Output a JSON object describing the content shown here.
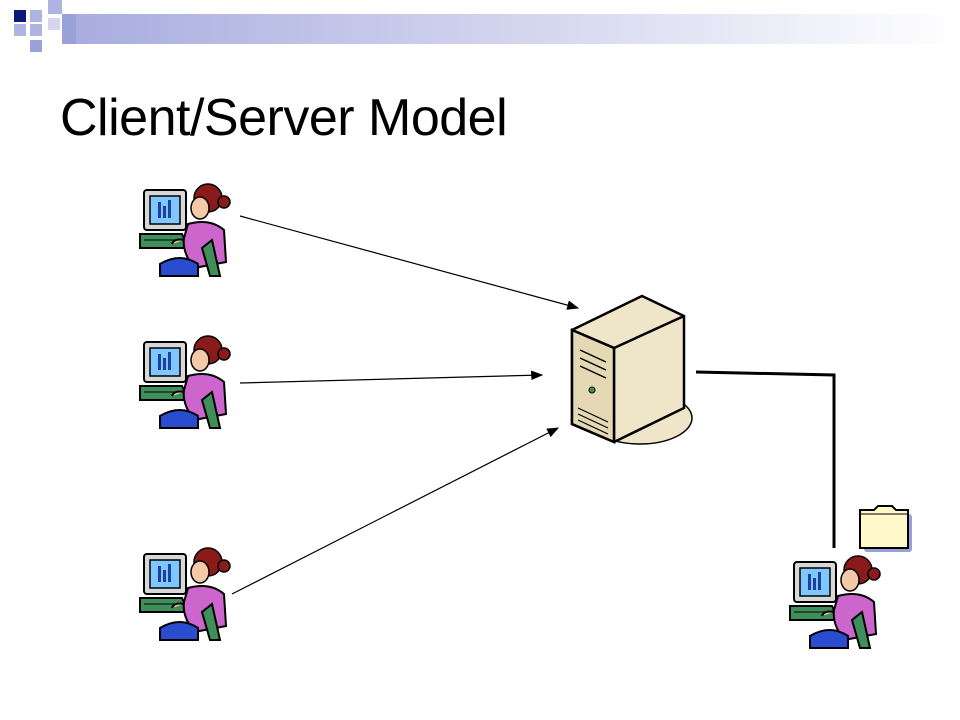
{
  "slide": {
    "title": "Client/Server Model"
  },
  "colors": {
    "accent_navy": "#0a1a7a",
    "accent_lavender": "#9aa0d8",
    "client_shirt": "#cc66cc",
    "client_hair": "#8b1a1a",
    "monitor_screen": "#7ec8ff",
    "desk_green": "#3f8f5a",
    "server_body": "#efe6c9",
    "folder_fill": "#fff8c8"
  },
  "diagram": {
    "clients": [
      {
        "id": "client-1",
        "icon": "person-at-computer-icon"
      },
      {
        "id": "client-2",
        "icon": "person-at-computer-icon"
      },
      {
        "id": "client-3",
        "icon": "person-at-computer-icon"
      }
    ],
    "server": {
      "icon": "server-tower-icon"
    },
    "admin": {
      "icon": "person-at-computer-icon"
    },
    "file": {
      "icon": "folder-icon"
    },
    "connections": [
      {
        "from": "client-1",
        "to": "server",
        "arrow": true
      },
      {
        "from": "client-2",
        "to": "server",
        "arrow": true
      },
      {
        "from": "client-3",
        "to": "server",
        "arrow": true
      },
      {
        "from": "server",
        "to": "admin",
        "arrow": false
      }
    ]
  }
}
